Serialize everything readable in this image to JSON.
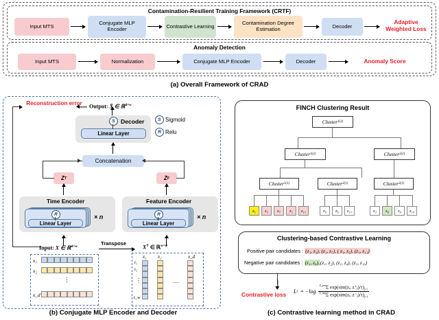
{
  "panel_a": {
    "caption": "(a) Overall Framework of CRAD",
    "crtf": {
      "title": "Contamination-Resilient Training Framework (CRTF)",
      "nodes": [
        {
          "label": "Input MTS",
          "color": "#f8ccce"
        },
        {
          "label": "Conjugate MLP Encoder",
          "color": "#cfdef2"
        },
        {
          "label": "Contrastive Learning",
          "color": "#cfe3ce"
        },
        {
          "label": "Contamination Degree Estimation",
          "color": "#fce3c4"
        },
        {
          "label": "Decoder",
          "color": "#cfdef2"
        }
      ],
      "output_label": "Adaptive Weighted Loss",
      "output_color": "#ec1c24"
    },
    "detection": {
      "title": "Anomaly Detection",
      "nodes": [
        {
          "label": "Input MTS",
          "color": "#f8ccce"
        },
        {
          "label": "Normalization",
          "color": "#f8ccce"
        },
        {
          "label": "Conjugate MLP Encoder",
          "color": "#cfdef2"
        },
        {
          "label": "Decoder",
          "color": "#cfdef2"
        }
      ],
      "output_label": "Anomaly Score",
      "output_color": "#ec1c24"
    }
  },
  "panel_b": {
    "caption": "(b) Conjugate MLP Encoder and Decoder",
    "reconstruction_error": "Reconstruction error",
    "output_label": "Output:",
    "output_math": "X̂ ∈ ℝ",
    "output_exp": "d×w",
    "decoder_title": "Decoder",
    "decoder_activation": "S",
    "linear_layer": "Linear Layer",
    "concatenation": "Concatenation",
    "legend": [
      {
        "symbol": "S",
        "label": "Sigmoid"
      },
      {
        "symbol": "R",
        "label": "Relu"
      }
    ],
    "z_time": "Z",
    "z_time_sub": "T",
    "z_feature": "Z",
    "z_feature_sub": "F",
    "time_encoder": "Time Encoder",
    "feature_encoder": "Feature Encoder",
    "encoder_activation": "R",
    "repeat_label": "× n",
    "input_label": "Input:",
    "input_math": "X ∈ ℝ",
    "input_exp": "d×w",
    "transpose_label": "Transpose",
    "transposed_math": "X",
    "transposed_sup": "T",
    "transposed_rest": " ∈ ℝ",
    "transposed_exp": "w×d",
    "row_labels": [
      "x₁",
      "x₂",
      "x_d"
    ],
    "row_vdots": "⋮",
    "col_labels": [
      "x₁",
      "x₂",
      "x_d"
    ],
    "time_labels": [
      "t₁",
      "t₂",
      "⋮",
      "t_w"
    ],
    "hdots": "…",
    "cells_per_row": 8,
    "cells_per_col": 6
  },
  "panel_c": {
    "caption": "(c) Contrastive learning method in CRAD",
    "finch_title": "FINCH Clustering Result",
    "tree": {
      "root": {
        "name": "Cluster",
        "sub": "1",
        "sup": "(3)"
      },
      "level2": [
        {
          "name": "Cluster",
          "sub": "1",
          "sup": "(2)"
        },
        {
          "name": "Cluster",
          "sub": "2",
          "sup": "(2)"
        }
      ],
      "level1": [
        {
          "name": "Cluster",
          "sub": "1",
          "sup": "(1)"
        },
        {
          "name": "Cluster",
          "sub": "2",
          "sup": "(1)"
        },
        {
          "name": "Cluster",
          "sub": "3",
          "sup": "(1)"
        }
      ],
      "leaves": [
        {
          "label": "z₁",
          "color": "#fbee19"
        },
        {
          "label": "z₃",
          "color": "#f6d2d2"
        },
        {
          "label": "z₇",
          "color": "#f6d2d2"
        },
        {
          "label": "z₅",
          "color": "#f6d2d2"
        },
        {
          "label": "z₁₁",
          "color": "#f6d2d2"
        },
        {
          "label": "z₉",
          "color": "#ffffff"
        },
        {
          "label": "z₆",
          "color": "#ffffff"
        },
        {
          "label": "z₁₂",
          "color": "#ffffff"
        },
        {
          "label": "z₂",
          "color": "#ffffff"
        },
        {
          "label": "z₈",
          "color": "#cfe8c4"
        },
        {
          "label": "z₄",
          "color": "#ffffff"
        },
        {
          "label": "z₁₀",
          "color": "#ffffff"
        }
      ]
    },
    "contrastive": {
      "title": "Clustering-based Contrastive Learning",
      "positive_label": "Positive pair candidates :",
      "positive_pairs_highlighted": "(z₁, z₃),  (z₁, z₇),  ( z₁,  z₅), (z₁, z₁₁)",
      "negative_label": "Negative pair candidates :",
      "negative_pairs_highlighted": "(z₁, z₈),",
      "negative_pairs_rest": "(z₁, z₂), (z₁, z₄),  (z₁, z₁₀)"
    },
    "loss_label": "Contrastive loss",
    "loss_lhs": "L",
    "loss_lhs_sub": "z",
    "loss_eq": "= −log",
    "loss_num": "Σ  exp(sim(zᵢ, z⁺ⱼ)/τ)",
    "loss_num_lim_top": "S_pos",
    "loss_num_lim_bot": "j=1",
    "loss_den": "Σ  exp(sim(zᵢ, z⁻ⱼ)/τ)",
    "loss_den_lim_top": "S_neg",
    "loss_den_lim_bot": "j=1"
  }
}
